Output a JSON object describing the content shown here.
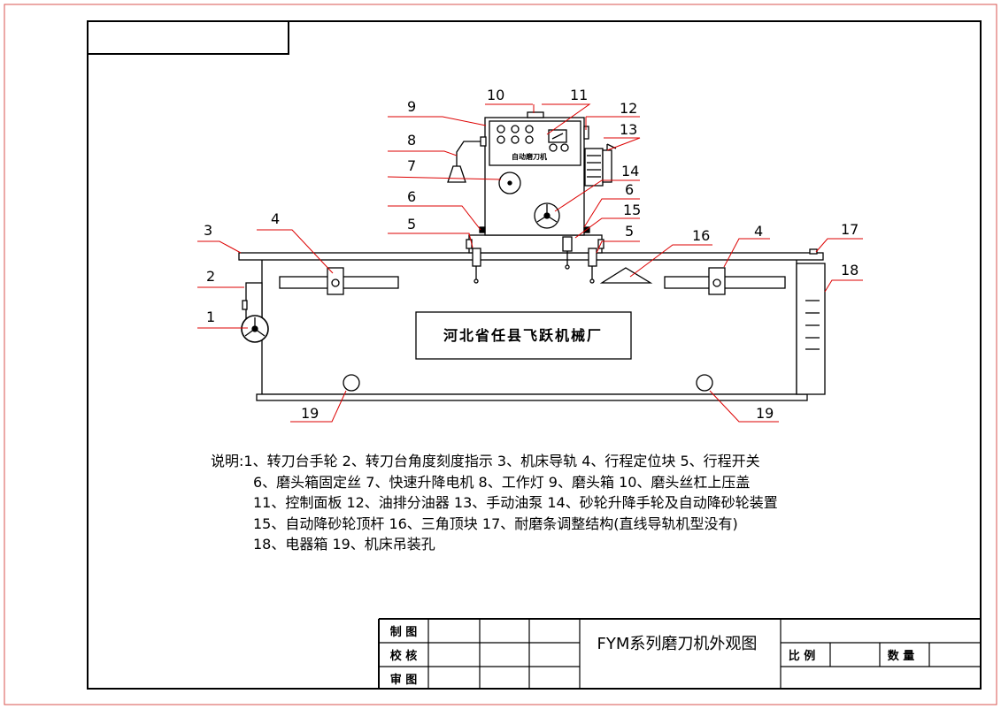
{
  "drawing": {
    "company_plate": "河北省任县飞跃机械厂",
    "panel_label": "自动磨刀机",
    "callouts": [
      "1",
      "2",
      "3",
      "4",
      "4",
      "5",
      "5",
      "6",
      "6",
      "7",
      "8",
      "9",
      "10",
      "11",
      "12",
      "13",
      "14",
      "15",
      "16",
      "17",
      "18",
      "19",
      "19"
    ]
  },
  "notes": {
    "lines": [
      "说明:1、转刀台手轮 2、转刀台角度刻度指示 3、机床导轨 4、行程定位块 5、行程开关",
      "6、磨头箱固定丝 7、快速升降电机 8、工作灯 9、磨头箱 10、磨头丝杠上压盖",
      "11、控制面板 12、油排分油器 13、手动油泵 14、砂轮升降手轮及自动降砂轮装置",
      "15、自动降砂轮顶杆 16、三角顶块 17、耐磨条调整结构(直线导轨机型没有)",
      "18、电器箱 19、机床吊装孔"
    ]
  },
  "title_block": {
    "drawn_label": "制 图",
    "checked_label": "校 核",
    "approved_label": "审 图",
    "title": "FYM系列磨刀机外观图",
    "scale_label": "比 例",
    "quantity_label": "数 量"
  }
}
